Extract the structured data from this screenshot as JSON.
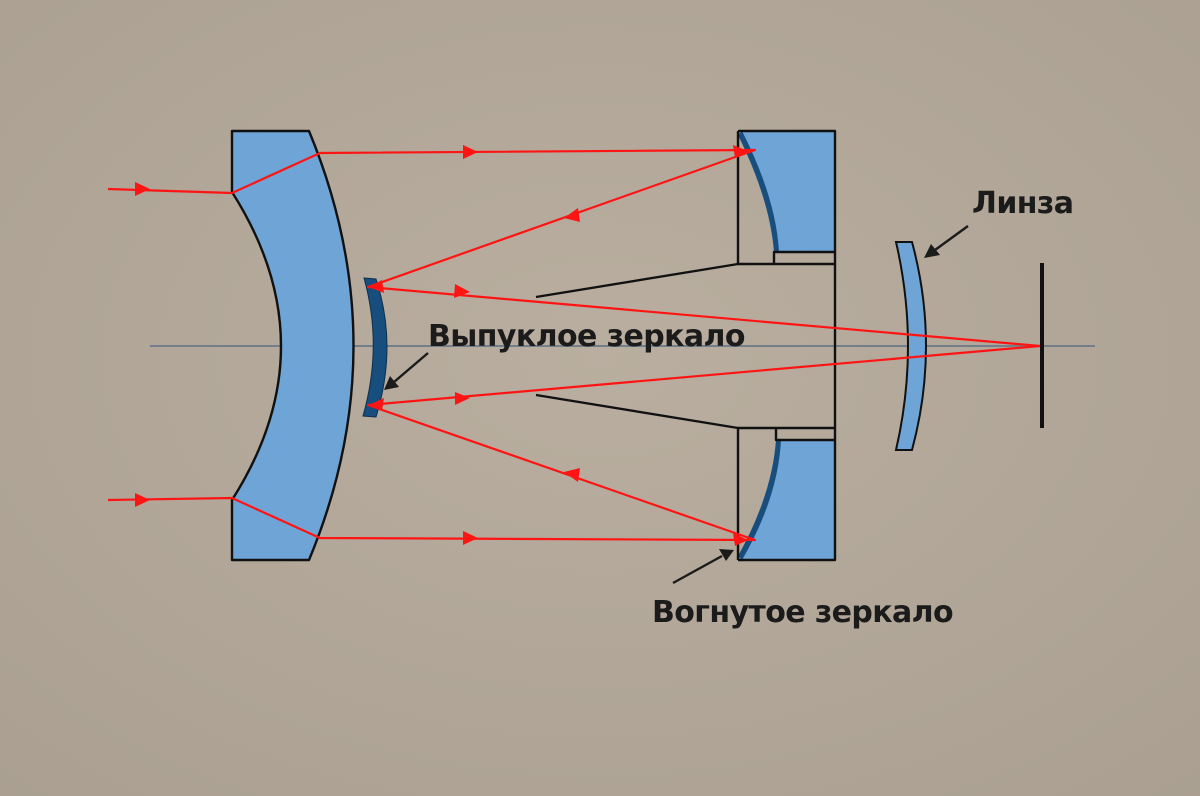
{
  "labels": {
    "lens": "Линза",
    "convex_mirror": "Выпуклое зеркало",
    "concave_mirror": "Вогнутое зеркало"
  },
  "colors": {
    "background": "#b5aa9c",
    "glass": "#6fa4d6",
    "mirror_coating": "#174e7e",
    "ray": "#ff1414",
    "axis": "#727f8a",
    "outline": "#111111",
    "text": "#1b1b1b"
  }
}
